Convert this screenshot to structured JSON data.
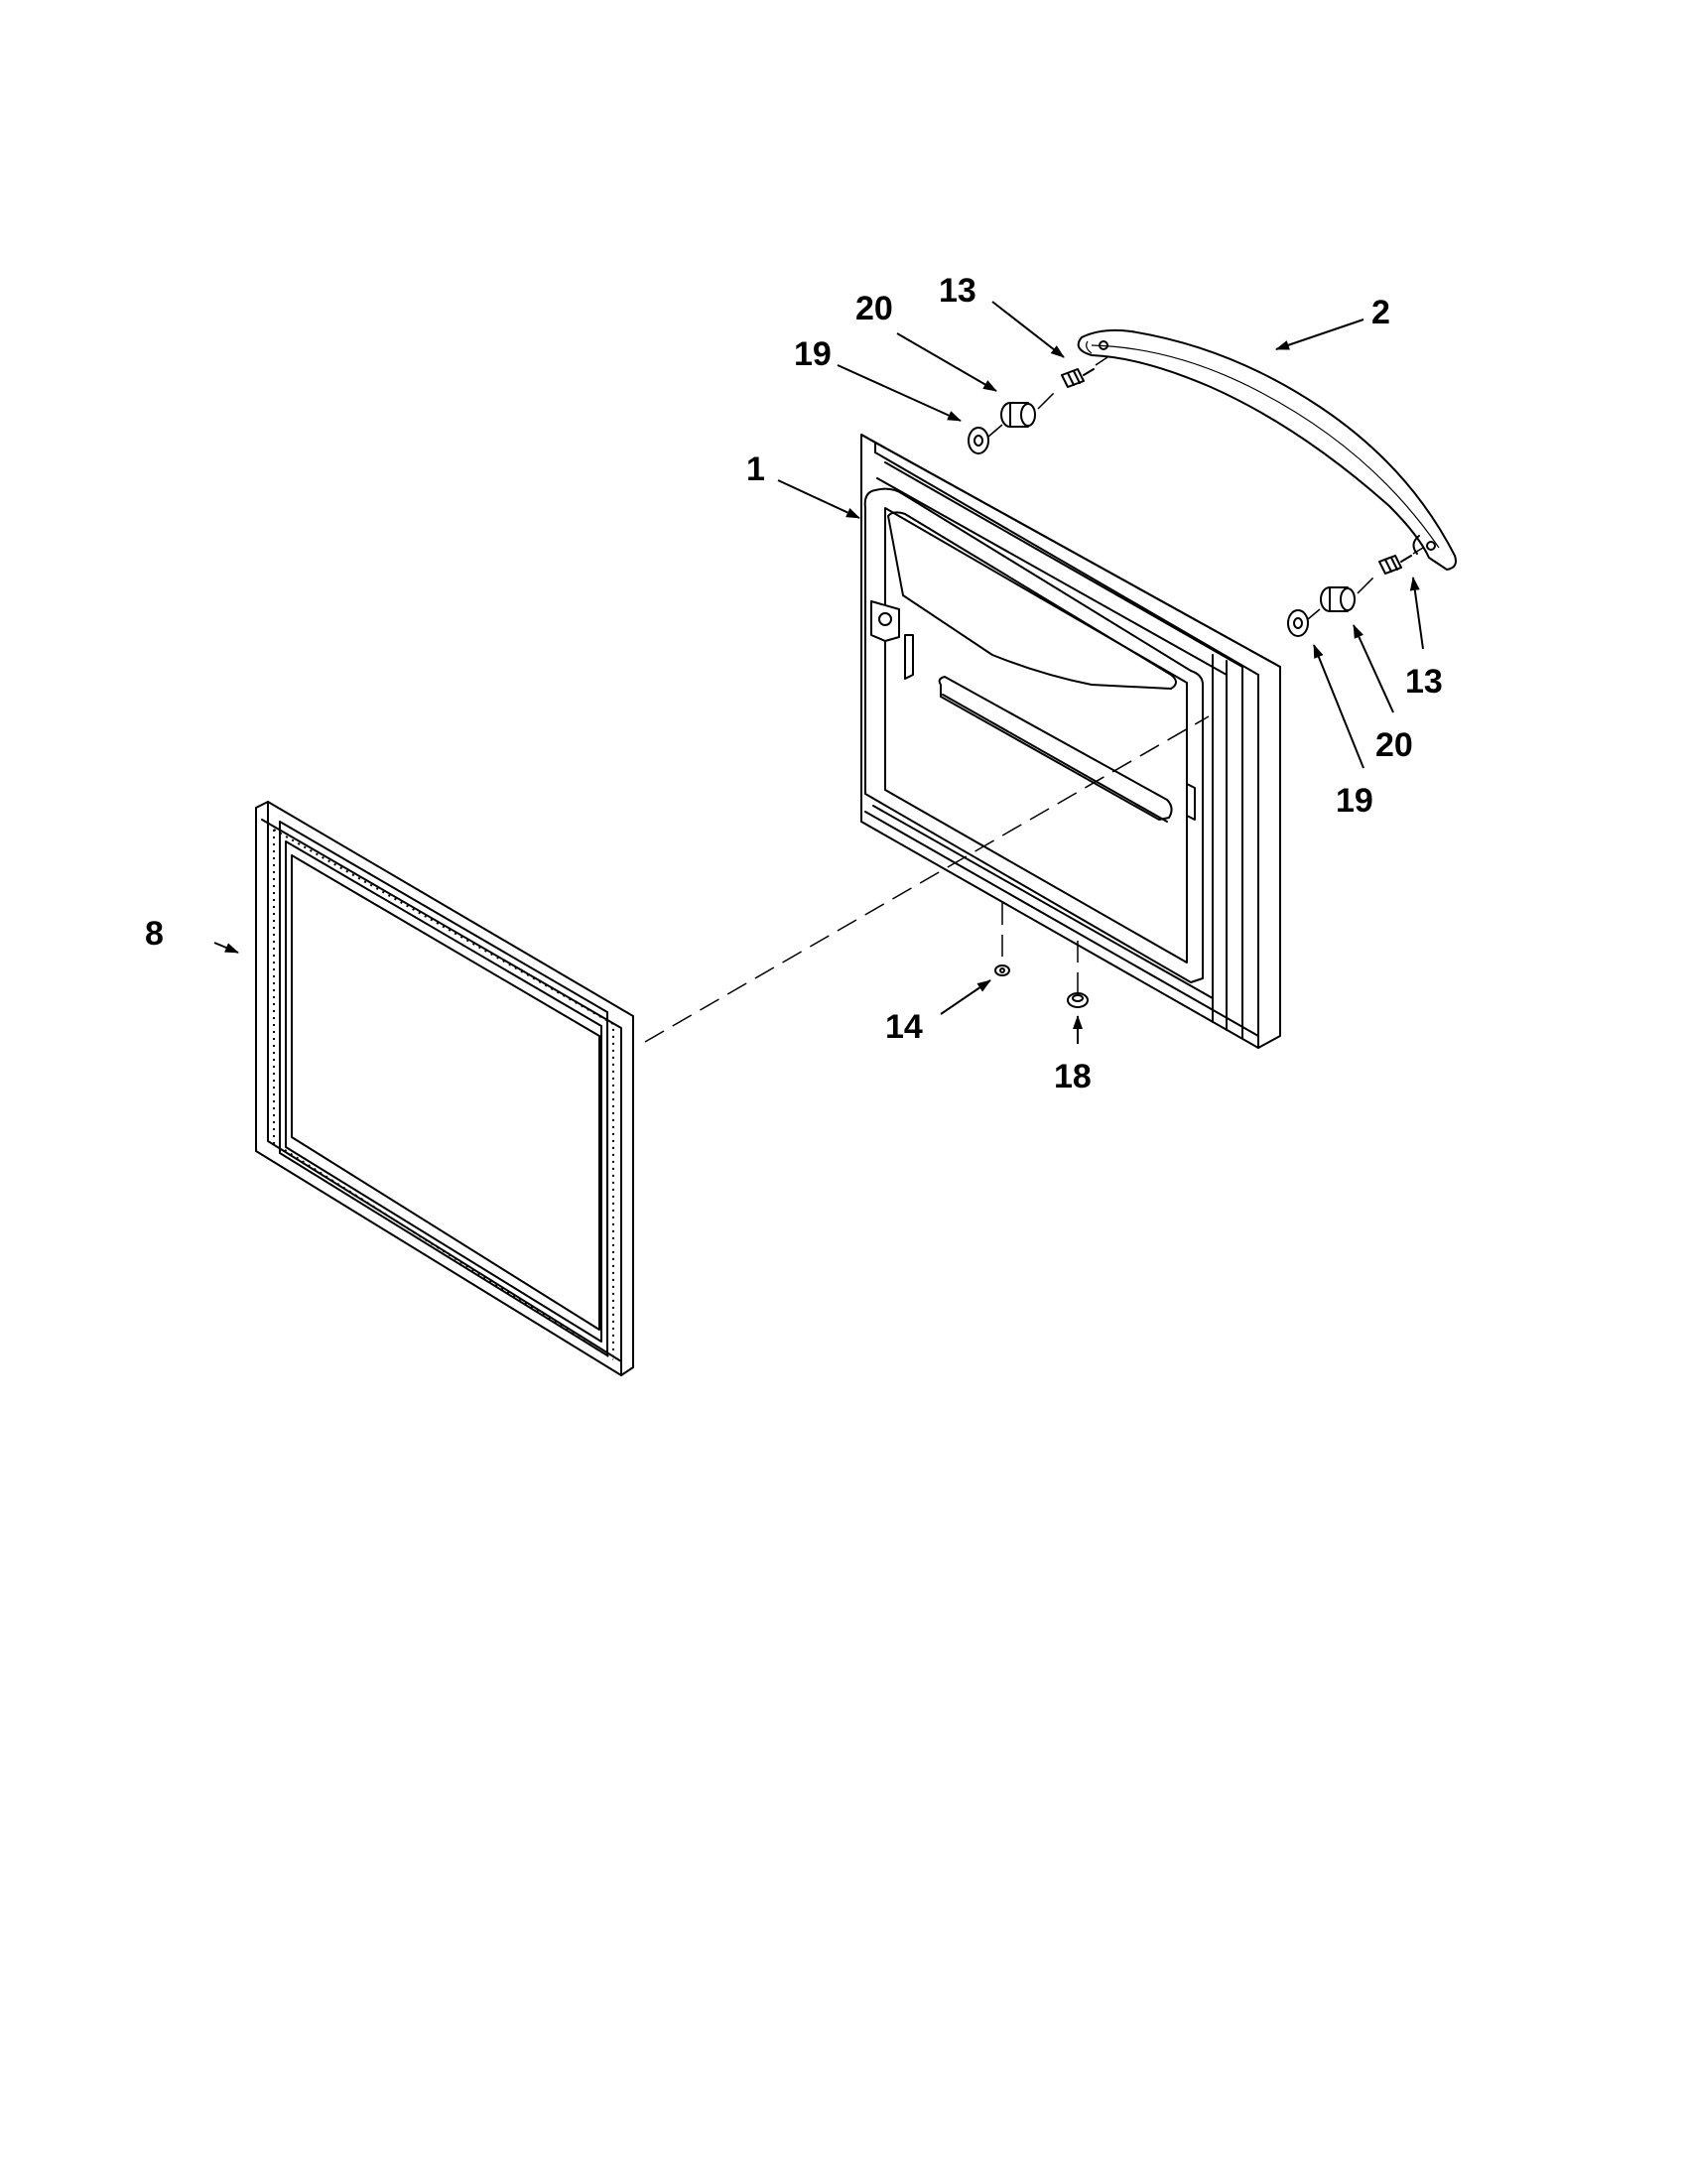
{
  "diagram": {
    "callouts": {
      "door": "1",
      "handle": "2",
      "gasket": "8",
      "screw_top": "13",
      "screw_bottom": "13",
      "nut": "14",
      "plug": "18",
      "washer_top": "19",
      "washer_bottom": "19",
      "spacer_top": "20",
      "spacer_bottom": "20"
    }
  }
}
